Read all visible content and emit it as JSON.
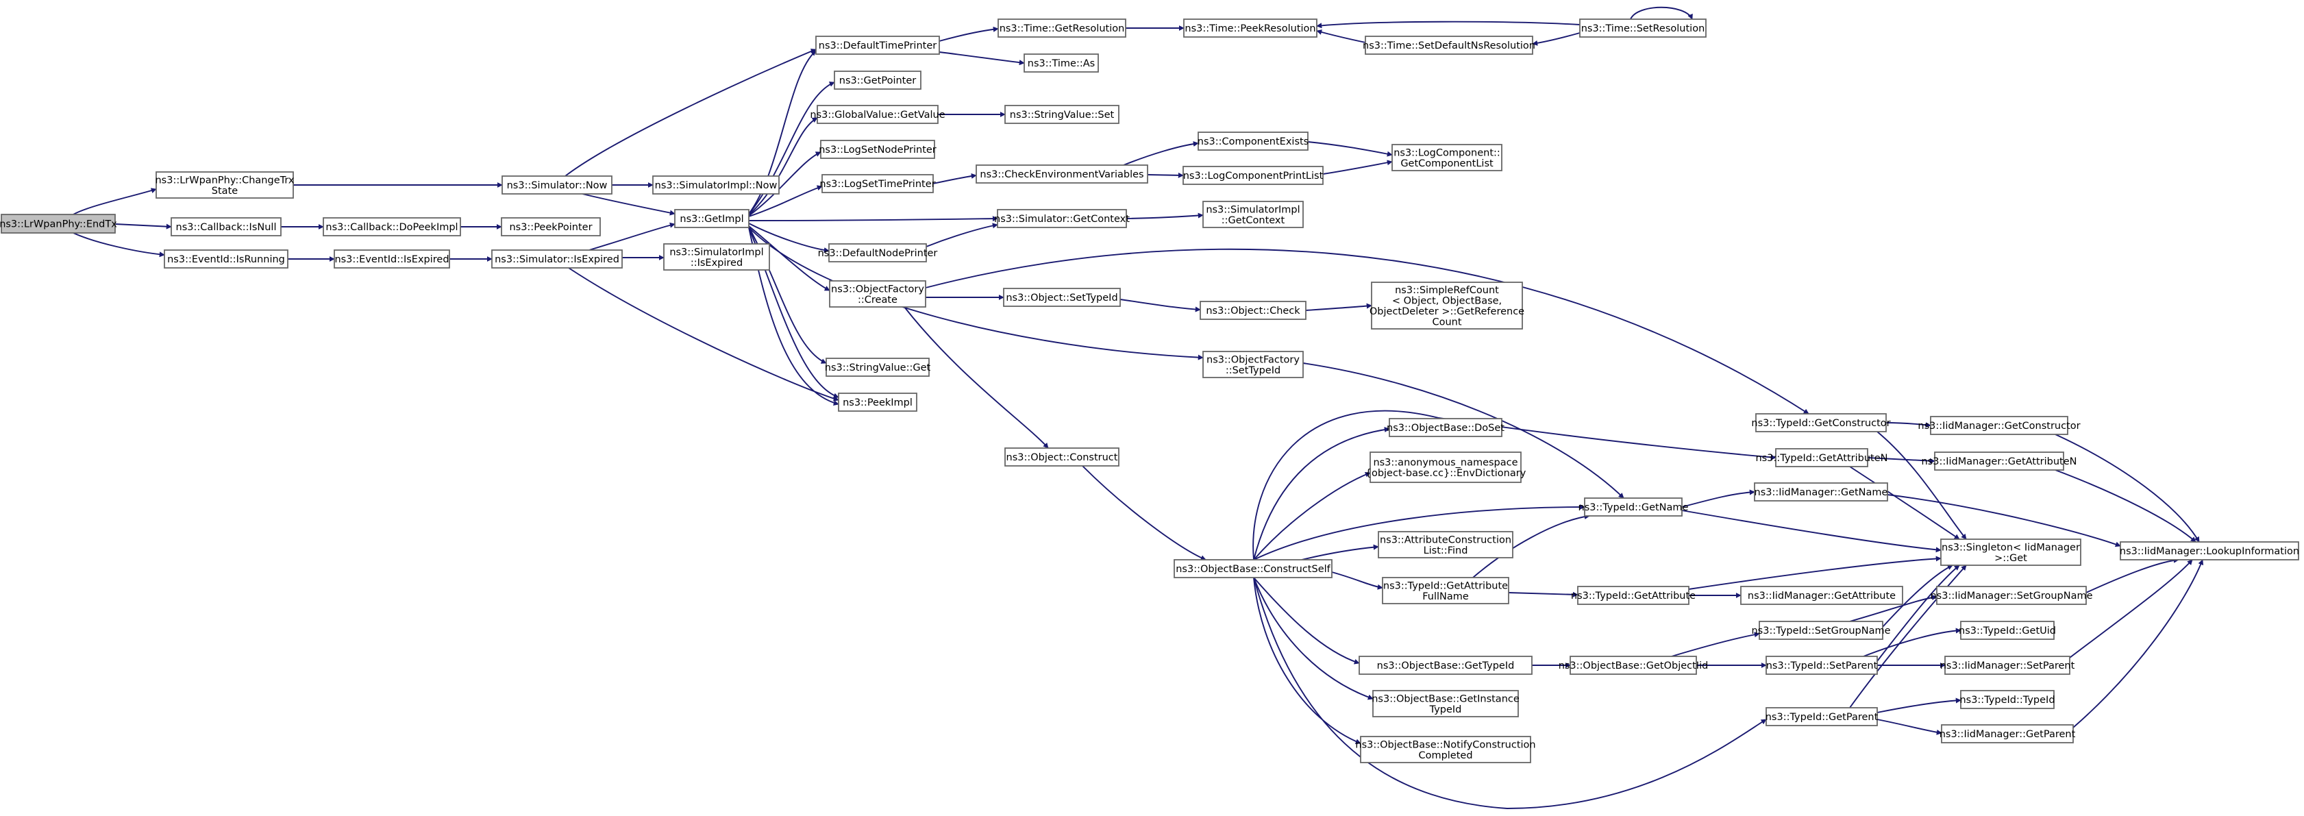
{
  "diagram": {
    "colors": {
      "edge": "#191970",
      "node_border": "#666666",
      "root_fill": "#bfbfbf",
      "node_fill": "#ffffff"
    },
    "nodes": {
      "n1": {
        "lines": [
          "ns3::LrWpanPhy::EndTx"
        ]
      },
      "n2": {
        "lines": [
          "ns3::LrWpanPhy::ChangeTrx",
          "State"
        ]
      },
      "n3": {
        "lines": [
          "ns3::Callback::IsNull"
        ]
      },
      "n4": {
        "lines": [
          "ns3::EventId::IsRunning"
        ]
      },
      "n5": {
        "lines": [
          "ns3::Simulator::Now"
        ]
      },
      "n6": {
        "lines": [
          "ns3::Callback::DoPeekImpl"
        ]
      },
      "n7": {
        "lines": [
          "ns3::EventId::IsExpired"
        ]
      },
      "n8": {
        "lines": [
          "ns3::SimulatorImpl::Now"
        ]
      },
      "n9": {
        "lines": [
          "ns3::GetImpl"
        ]
      },
      "n10": {
        "lines": [
          "ns3::PeekPointer"
        ]
      },
      "n11": {
        "lines": [
          "ns3::Simulator::IsExpired"
        ]
      },
      "n12": {
        "lines": [
          "ns3::SimulatorImpl",
          "::IsExpired"
        ]
      },
      "n13": {
        "lines": [
          "ns3::DefaultTimePrinter"
        ]
      },
      "n14": {
        "lines": [
          "ns3::GetPointer"
        ]
      },
      "n15": {
        "lines": [
          "ns3::GlobalValue::GetValue"
        ]
      },
      "n16": {
        "lines": [
          "ns3::LogSetNodePrinter"
        ]
      },
      "n17": {
        "lines": [
          "ns3::LogSetTimePrinter"
        ]
      },
      "n18": {
        "lines": [
          "ns3::DefaultNodePrinter"
        ]
      },
      "n19": {
        "lines": [
          "ns3::ObjectFactory",
          "::Create"
        ]
      },
      "n20": {
        "lines": [
          "ns3::StringValue::Get"
        ]
      },
      "n21": {
        "lines": [
          "ns3::PeekImpl"
        ]
      },
      "n22": {
        "lines": [
          "ns3::Time::GetResolution"
        ]
      },
      "n23": {
        "lines": [
          "ns3::Time::As"
        ]
      },
      "n24": {
        "lines": [
          "ns3::Time::PeekResolution"
        ]
      },
      "n25": {
        "lines": [
          "ns3::Time::SetDefaultNsResolution"
        ]
      },
      "n26": {
        "lines": [
          "ns3::Time::SetResolution"
        ]
      },
      "n27": {
        "lines": [
          "ns3::StringValue::Set"
        ]
      },
      "n28": {
        "lines": [
          "ns3::CheckEnvironmentVariables"
        ]
      },
      "n29": {
        "lines": [
          "ns3::ComponentExists"
        ]
      },
      "n30": {
        "lines": [
          "ns3::LogComponentPrintList"
        ]
      },
      "n31": {
        "lines": [
          "ns3::LogComponent::",
          "GetComponentList"
        ]
      },
      "n32": {
        "lines": [
          "ns3::Simulator::GetContext"
        ]
      },
      "n33": {
        "lines": [
          "ns3::SimulatorImpl",
          "::GetContext"
        ]
      },
      "n34": {
        "lines": [
          "ns3::Object::SetTypeId"
        ]
      },
      "n35": {
        "lines": [
          "ns3::Object::Check"
        ]
      },
      "n36": {
        "lines": [
          "ns3::SimpleRefCount",
          "< Object, ObjectBase,",
          "ObjectDeleter >::GetReference",
          "Count"
        ]
      },
      "n37": {
        "lines": [
          "ns3::ObjectFactory",
          "::SetTypeId"
        ]
      },
      "n38": {
        "lines": [
          "ns3::Object::Construct"
        ]
      },
      "n39": {
        "lines": [
          "ns3::ObjectBase::ConstructSelf"
        ]
      },
      "n40": {
        "lines": [
          "ns3::ObjectBase::DoSet"
        ]
      },
      "n41": {
        "lines": [
          "ns3::anonymous_namespace",
          "{object-base.cc}::EnvDictionary"
        ]
      },
      "n42": {
        "lines": [
          "ns3::AttributeConstruction",
          "List::Find"
        ]
      },
      "n43": {
        "lines": [
          "ns3::TypeId::GetAttribute",
          "FullName"
        ]
      },
      "n44": {
        "lines": [
          "ns3::ObjectBase::GetTypeId"
        ]
      },
      "n45": {
        "lines": [
          "ns3::ObjectBase::GetInstance",
          "TypeId"
        ]
      },
      "n46": {
        "lines": [
          "ns3::ObjectBase::NotifyConstruction",
          "Completed"
        ]
      },
      "n47": {
        "lines": [
          "ns3::TypeId::GetName"
        ]
      },
      "n48": {
        "lines": [
          "ns3::TypeId::GetAttribute"
        ]
      },
      "n49": {
        "lines": [
          "ns3::ObjectBase::GetObjectIid"
        ]
      },
      "n50": {
        "lines": [
          "ns3::TypeId::GetConstructor"
        ]
      },
      "n51": {
        "lines": [
          "ns3::TypeId::GetAttributeN"
        ]
      },
      "n52": {
        "lines": [
          "ns3::IidManager::GetName"
        ]
      },
      "n53": {
        "lines": [
          "ns3::IidManager::GetAttribute"
        ]
      },
      "n54": {
        "lines": [
          "ns3::TypeId::SetGroupName"
        ]
      },
      "n55": {
        "lines": [
          "ns3::TypeId::SetParent"
        ]
      },
      "n56": {
        "lines": [
          "ns3::TypeId::GetParent"
        ]
      },
      "n57": {
        "lines": [
          "ns3::IidManager::GetConstructor"
        ]
      },
      "n58": {
        "lines": [
          "ns3::IidManager::GetAttributeN"
        ]
      },
      "n59": {
        "lines": [
          "ns3::Singleton< IidManager",
          ">::Get"
        ]
      },
      "n60": {
        "lines": [
          "ns3::IidManager::SetGroupName"
        ]
      },
      "n61": {
        "lines": [
          "ns3::TypeId::GetUid"
        ]
      },
      "n62": {
        "lines": [
          "ns3::IidManager::SetParent"
        ]
      },
      "n63": {
        "lines": [
          "ns3::TypeId::TypeId"
        ]
      },
      "n64": {
        "lines": [
          "ns3::IidManager::GetParent"
        ]
      },
      "n65": {
        "lines": [
          "ns3::IidManager::LookupInformation"
        ]
      }
    }
  }
}
